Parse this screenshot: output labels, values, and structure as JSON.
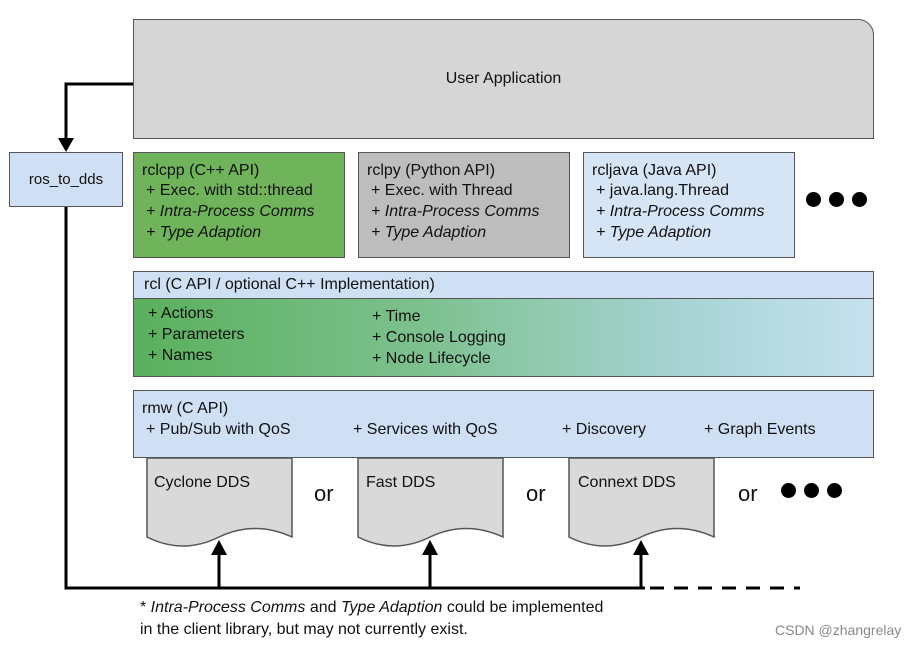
{
  "user_application": "User Application",
  "ros_to_dds": "ros_to_dds",
  "rclcpp": {
    "title": "rclcpp (C++ API)",
    "line1": "+ Exec. with std::thread",
    "line2": "+ Intra-Process Comms",
    "line3": "+ Type Adaption"
  },
  "rclpy": {
    "title": "rclpy (Python API)",
    "line1": "+ Exec. with Thread",
    "line2": "+ Intra-Process Comms",
    "line3": "+ Type Adaption"
  },
  "rcljava": {
    "title": "rcljava (Java API)",
    "line1": "+ java.lang.Thread",
    "line2": "+ Intra-Process Comms",
    "line3": "+ Type Adaption"
  },
  "rcl": {
    "title": "rcl (C API / optional C++ Implementation)",
    "left": [
      "+ Actions",
      "+ Parameters",
      "+ Names"
    ],
    "right": [
      "+ Time",
      "+ Console Logging",
      "+ Node Lifecycle"
    ]
  },
  "rmw": {
    "title": "rmw (C API)",
    "features": [
      "+ Pub/Sub with QoS",
      "+ Services with QoS",
      "+ Discovery",
      "+ Graph Events"
    ]
  },
  "dds": [
    "Cyclone DDS",
    "Fast DDS",
    "Connext DDS"
  ],
  "or_label": "or",
  "footnote": {
    "star": "* ",
    "italic1": "Intra-Process Comms",
    "and": " and ",
    "italic2": "Type Adaption",
    "rest1": " could be implemented",
    "line2": "in the client library, but may not currently exist."
  },
  "watermark": "CSDN @zhangrelay",
  "colors": {
    "rclcpp": "#6fb35a",
    "rclpy": "#bdbdbd",
    "api_blue": "#cfe0f4",
    "user_app_gray": "#d6d6d6"
  }
}
